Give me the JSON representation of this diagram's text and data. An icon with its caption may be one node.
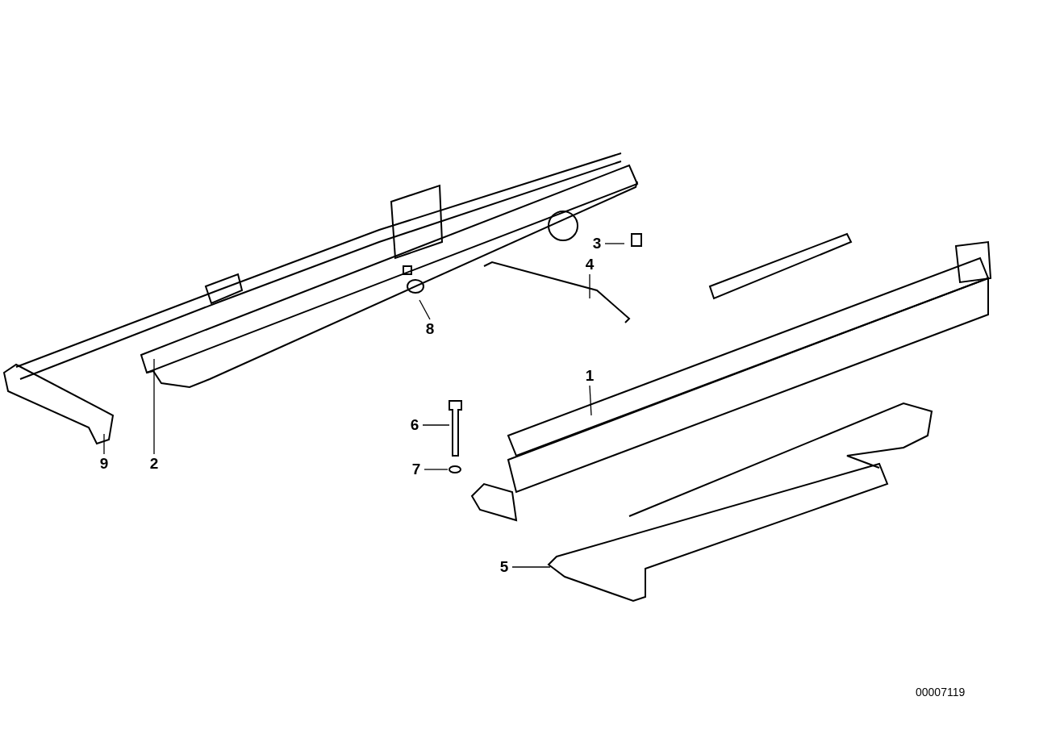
{
  "diagram": {
    "nodes": [
      {
        "text": [
          "3"
        ]
      },
      {
        "text": [
          "4"
        ]
      },
      {
        "text": [
          "8"
        ]
      },
      {
        "text": [
          "1"
        ]
      },
      {
        "text": [
          "6"
        ]
      },
      {
        "text": [
          "9"
        ]
      },
      {
        "text": [
          "2"
        ]
      },
      {
        "text": [
          "7"
        ]
      },
      {
        "text": [
          "5"
        ]
      }
    ],
    "edges": [
      {
        "from": 0,
        "to": null,
        "arrow": "none"
      },
      {
        "from": 1,
        "to": null,
        "arrow": "none"
      },
      {
        "from": 2,
        "to": null,
        "arrow": "none"
      },
      {
        "from": 3,
        "to": null,
        "arrow": "none"
      },
      {
        "from": 4,
        "to": null,
        "arrow": "none"
      },
      {
        "from": 5,
        "to": null,
        "arrow": "none"
      },
      {
        "from": 6,
        "to": null,
        "arrow": "none"
      },
      {
        "from": 7,
        "to": null,
        "arrow": "none"
      },
      {
        "from": 8,
        "to": null,
        "arrow": "none"
      }
    ],
    "labels": [
      "00007119"
    ]
  }
}
